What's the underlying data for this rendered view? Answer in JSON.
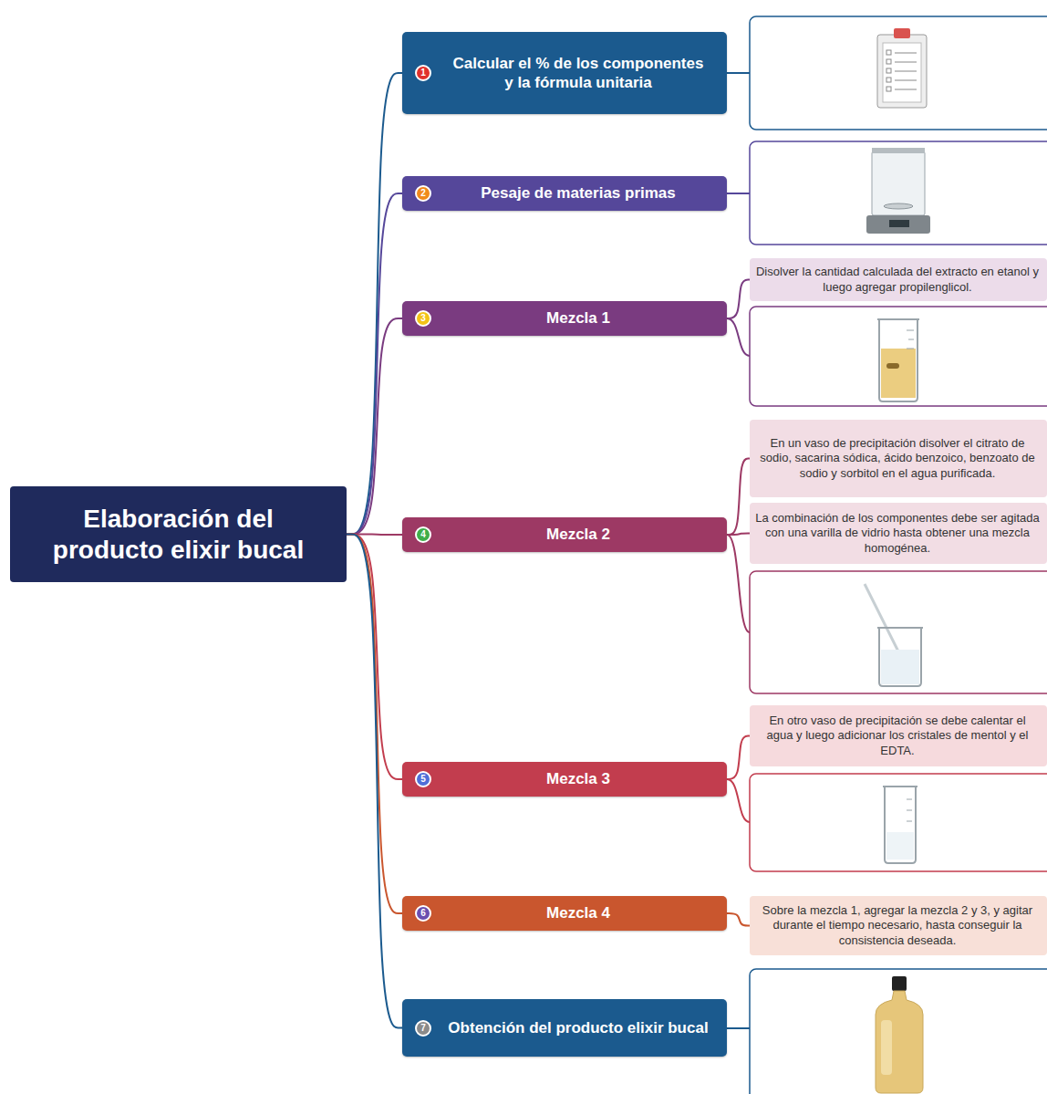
{
  "diagram": {
    "nodes": [
      {
        "text": [
          "Elaboración del producto elixir bucal"
        ]
      },
      {
        "text": [
          "Calcular el % de los componentes y la fórmula unitaria"
        ]
      },
      {
        "text": [
          "1"
        ],
        "in": 1
      },
      {
        "text": [
          "Pesaje de materias primas"
        ]
      },
      {
        "text": [
          "2"
        ],
        "in": 3
      },
      {
        "text": [
          "Mezcla 1"
        ]
      },
      {
        "text": [
          "3"
        ],
        "in": 5
      },
      {
        "text": [
          "Disolver la cantidad calculada del extracto en etanol y luego agregar propilenglicol."
        ]
      },
      {
        "text": [
          "Mezcla 2"
        ]
      },
      {
        "text": [
          "4"
        ],
        "in": 8
      },
      {
        "text": [
          "En un vaso de precipitación disolver el citrato de sodio, sacarina sódica, ácido benzoico, benzoato de sodio y sorbitol en el agua purificada."
        ]
      },
      {
        "text": [
          "La combinación de los componentes debe ser agitada con una varilla de vidrio hasta obtener una mezcla homogénea."
        ]
      },
      {
        "text": [
          "Mezcla 3"
        ]
      },
      {
        "text": [
          "5"
        ],
        "in": 12
      },
      {
        "text": [
          "En otro vaso de precipitación se debe calentar el agua y luego adicionar los cristales de mentol y el EDTA."
        ]
      },
      {
        "text": [
          "Mezcla 4"
        ]
      },
      {
        "text": [
          "6"
        ],
        "in": 15
      },
      {
        "text": [
          "Sobre la mezcla 1, agregar la mezcla 2 y 3, y agitar durante el tiempo necesario, hasta conseguir la consistencia deseada."
        ]
      },
      {
        "text": [
          "Obtención del producto elixir bucal"
        ]
      },
      {
        "text": [
          "7"
        ],
        "in": 18
      }
    ],
    "edges": [
      {
        "from": 0,
        "to": 1,
        "arrow": "none"
      },
      {
        "from": 0,
        "to": 3,
        "arrow": "none"
      },
      {
        "from": 0,
        "to": 5,
        "arrow": "none"
      },
      {
        "from": 0,
        "to": 8,
        "arrow": "none"
      },
      {
        "from": 0,
        "to": 12,
        "arrow": "none"
      },
      {
        "from": 0,
        "to": 15,
        "arrow": "none"
      },
      {
        "from": 0,
        "to": 18,
        "arrow": "none"
      },
      {
        "from": 5,
        "to": 7,
        "arrow": "none"
      },
      {
        "from": 8,
        "to": 10,
        "arrow": "none"
      },
      {
        "from": 8,
        "to": 11,
        "arrow": "none"
      },
      {
        "from": 12,
        "to": 14,
        "arrow": "none"
      },
      {
        "from": 15,
        "to": 17,
        "arrow": "none"
      }
    ]
  }
}
